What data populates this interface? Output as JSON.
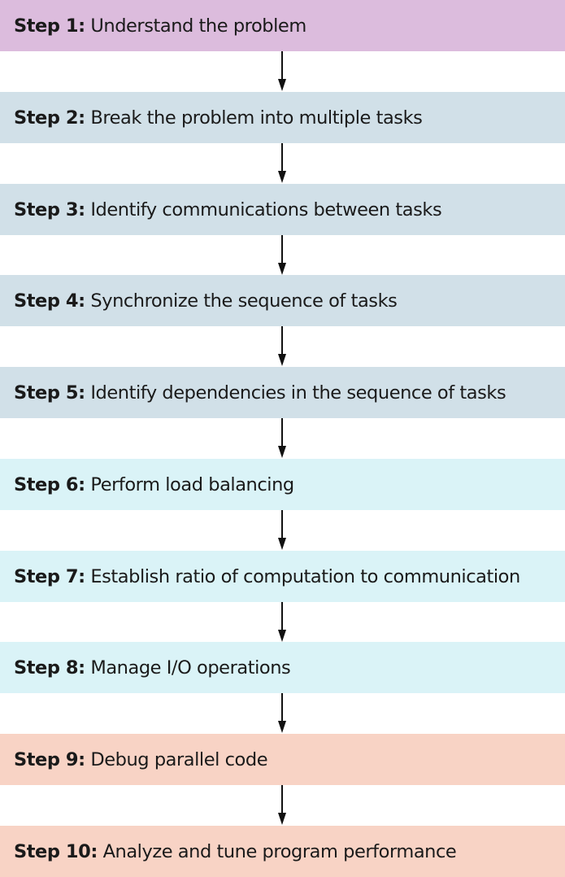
{
  "steps": [
    {
      "prefix": "Step 1:",
      "text": "Understand the problem",
      "color": "#dcbcdd"
    },
    {
      "prefix": "Step 2:",
      "text": "Break the problem into multiple tasks",
      "color": "#d1e0e8"
    },
    {
      "prefix": "Step 3:",
      "text": "Identify communications between tasks",
      "color": "#d1e0e8"
    },
    {
      "prefix": "Step 4:",
      "text": "Synchronize the sequence of tasks",
      "color": "#d1e0e8"
    },
    {
      "prefix": "Step 5:",
      "text": "Identify dependencies in the sequence of tasks",
      "color": "#d1e0e8"
    },
    {
      "prefix": "Step 6:",
      "text": "Perform load balancing",
      "color": "#daf3f7"
    },
    {
      "prefix": "Step 7:",
      "text": "Establish ratio of computation to communication",
      "color": "#daf3f7"
    },
    {
      "prefix": "Step 8:",
      "text": "Manage I/O operations",
      "color": "#daf3f7"
    },
    {
      "prefix": "Step 9:",
      "text": "Debug parallel code",
      "color": "#f8d3c5"
    },
    {
      "prefix": "Step 10:",
      "text": "Analyze and tune program performance",
      "color": "#f8d3c5"
    }
  ],
  "arrow_color": "#111111"
}
